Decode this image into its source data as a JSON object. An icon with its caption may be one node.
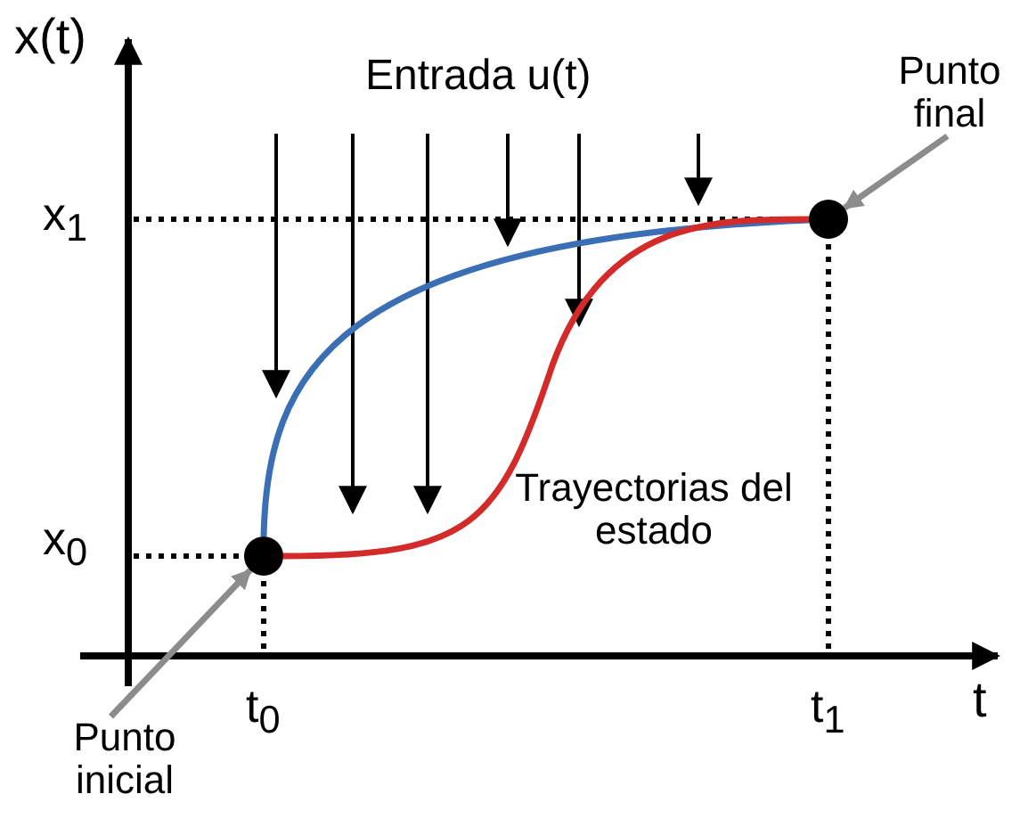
{
  "diagram": {
    "nodes": [
      {
        "text": [
          "Punto final"
        ]
      },
      {
        "text": [],
        "shape": "circle"
      },
      {
        "text": [],
        "shape": "circle"
      },
      {
        "text": [
          "Punto inicial"
        ]
      }
    ],
    "edges": [
      {
        "from": 0,
        "to": 2,
        "arrow": "to",
        "color": "#8c8c8c"
      },
      {
        "from": 3,
        "to": 1,
        "arrow": "to",
        "color": "#8c8c8c"
      },
      {
        "from": 1,
        "to": 2,
        "arrow": "none",
        "color": "#3a6fb5"
      },
      {
        "from": 1,
        "to": 2,
        "arrow": "none",
        "color": "#d32a2a"
      }
    ],
    "labels": [
      "x(t)",
      "Entrada u(t)",
      "x$_{1}$",
      "x$_{0}$",
      "Trayectorias del estado",
      "t$_{0}$",
      "t$_{1}$",
      "t"
    ]
  }
}
